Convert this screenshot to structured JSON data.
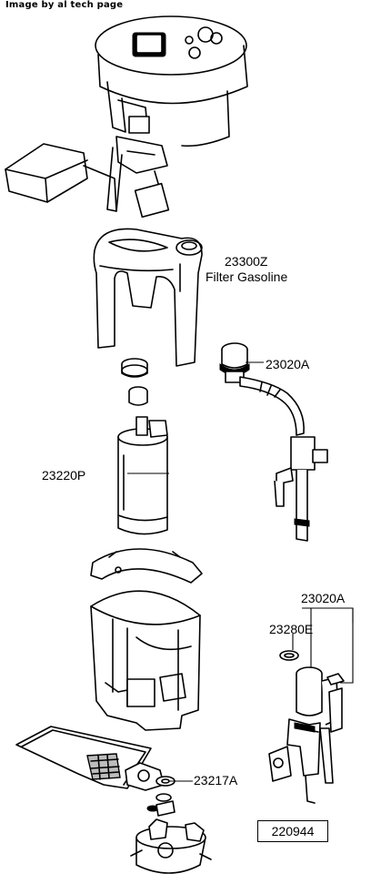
{
  "watermark": "Image by al tech page",
  "reference_number": "220944",
  "parts": {
    "filter": {
      "code": "23300Z",
      "name": "Filter Gasoline"
    },
    "regulator_top": {
      "code": "23020A"
    },
    "pump": {
      "code": "23220P"
    },
    "regulator_group": {
      "code": "23020A"
    },
    "gasket": {
      "code": "23280E"
    },
    "bracket": {
      "code": "23217A"
    }
  }
}
